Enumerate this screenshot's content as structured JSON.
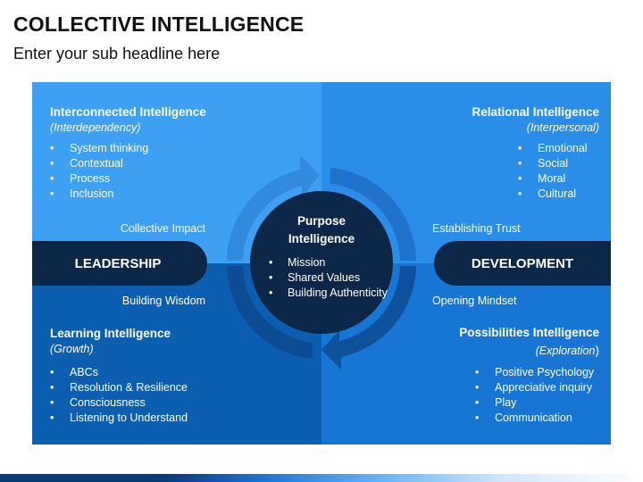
{
  "header": {
    "title": "COLLECTIVE INTELLIGENCE",
    "subtitle": "Enter your sub headline here"
  },
  "colors": {
    "quad_top_left": "#3ea0f3",
    "quad_top_right": "#2a8de8",
    "quad_bottom_left": "#0c5fb0",
    "quad_bottom_right": "#1775d3",
    "navy": "#0c2747"
  },
  "center": {
    "title_line1": "Purpose",
    "title_line2": "Intelligence",
    "items": [
      "Mission",
      "Shared Values",
      "Building Authenticity"
    ]
  },
  "pills": {
    "left": "LEADERSHIP",
    "right": "DEVELOPMENT"
  },
  "side_labels": {
    "top_left": "Collective Impact",
    "bottom_left": "Building Wisdom",
    "top_right": "Establishing Trust",
    "bottom_right": "Opening Mindset"
  },
  "quadrants": {
    "top_left": {
      "title": "Interconnected Intelligence",
      "subtitle": "(Interdependency)",
      "items": [
        "System thinking",
        "Contextual",
        "Process",
        "Inclusion"
      ]
    },
    "top_right": {
      "title": "Relational Intelligence",
      "subtitle": "(Interpersonal)",
      "items": [
        "Emotional",
        "Social",
        "Moral",
        "Cultural"
      ]
    },
    "bottom_left": {
      "title": "Learning Intelligence",
      "subtitle": "(Growth)",
      "items": [
        "ABCs",
        "Resolution & Resilience",
        "Consciousness",
        "Listening to Understand"
      ]
    },
    "bottom_right": {
      "title": "Possibilities Intelligence",
      "subtitle": "(Exploration",
      "subtitle_close": ")",
      "items": [
        "Positive Psychology",
        "Appreciative inquiry",
        "Play",
        "Communication"
      ]
    }
  }
}
